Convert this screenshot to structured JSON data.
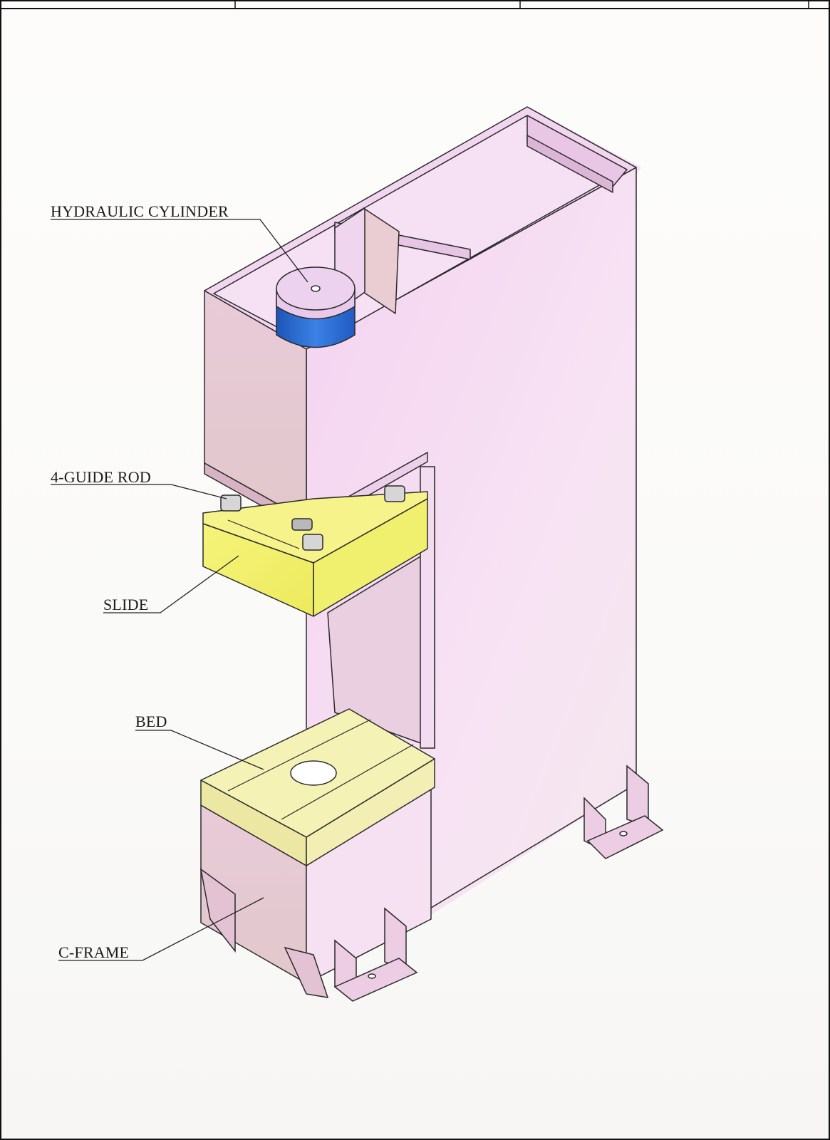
{
  "labels": {
    "hydraulic_cylinder": "HYDRAULIC CYLINDER",
    "guide_rod": "4-GUIDE ROD",
    "slide": "SLIDE",
    "bed": "BED",
    "c_frame": "C-FRAME"
  },
  "colors": {
    "frame": "#f1cdee",
    "frame_side": "#e6c9cf",
    "slide": "#f2f06a",
    "bed": "#f5f2b6",
    "cylinder_body": "#2f6fd6",
    "cylinder_cap": "#e8c9ea",
    "outline": "#2a2a2a"
  }
}
